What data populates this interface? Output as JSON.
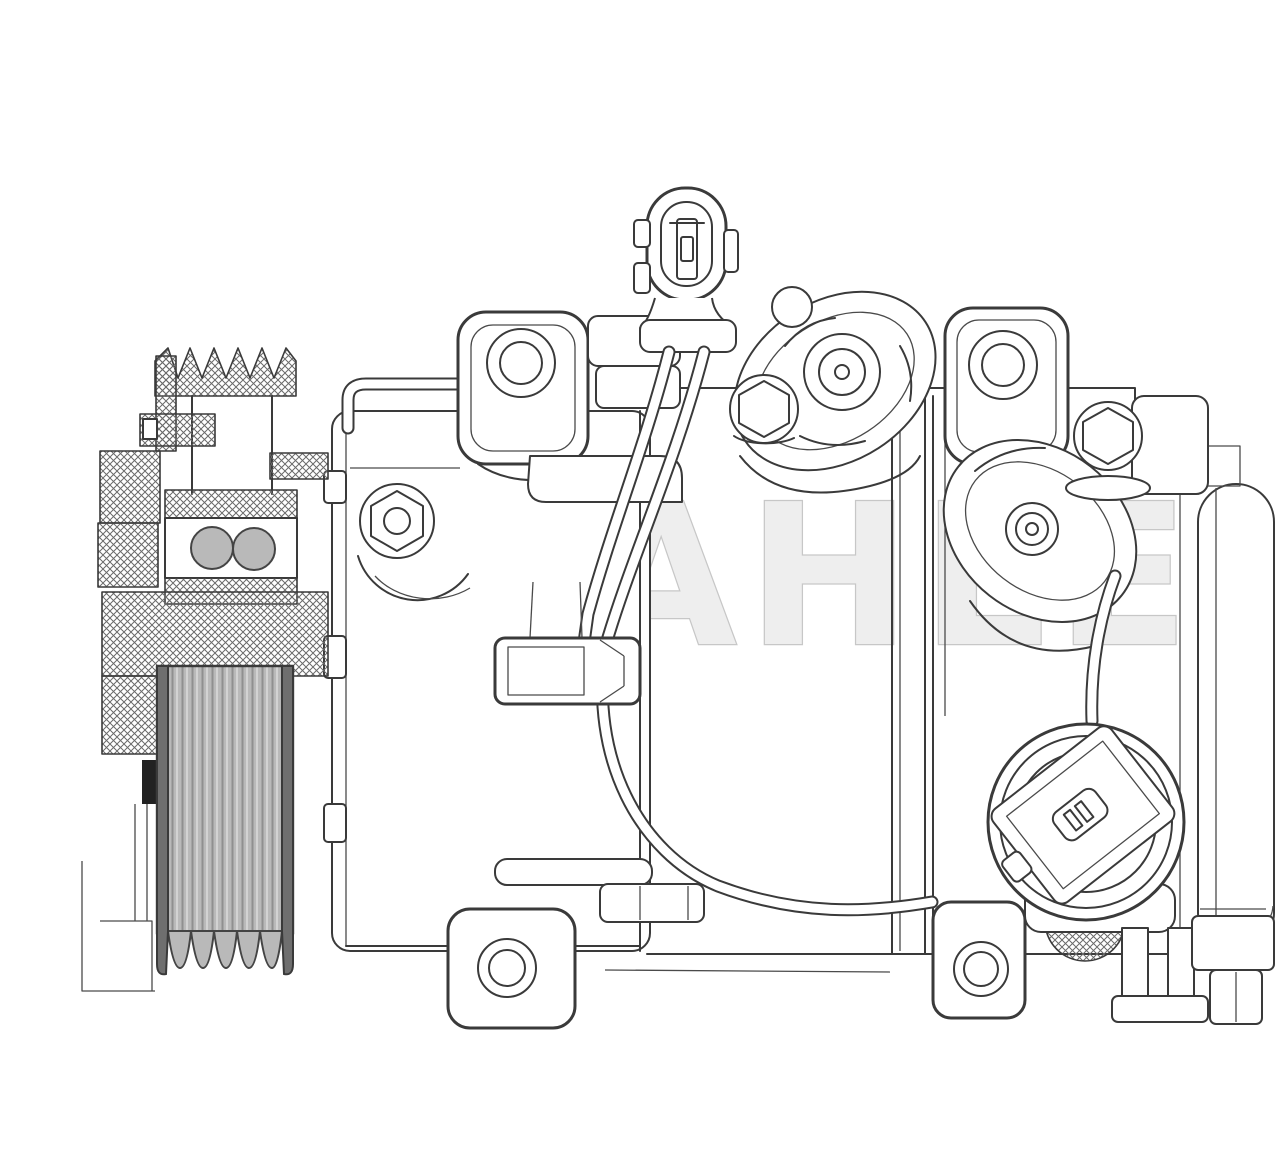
{
  "figure": {
    "kind": "technical-line-drawing",
    "subject": "ac-compressor-side-view",
    "watermark": {
      "text": "MAHLE"
    },
    "colors": {
      "background": "#ffffff",
      "line": "#3a3a3a",
      "pulley_fill": "#b9b9b9",
      "pulley_rib": "#8f8f8f",
      "hatch_line": "#6a6a6a",
      "watermark_fill": "#eeeeee",
      "watermark_stroke": "#c7c7c7"
    }
  }
}
